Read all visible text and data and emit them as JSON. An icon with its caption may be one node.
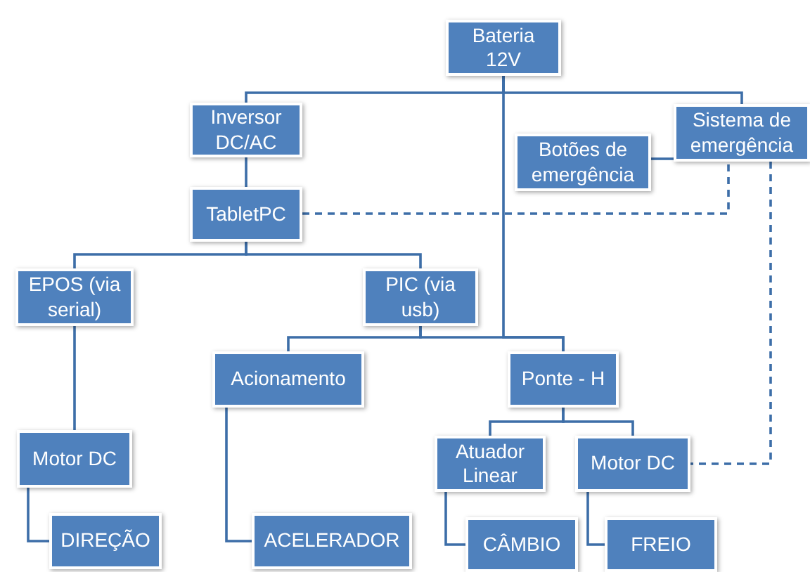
{
  "diagram": {
    "nodes": [
      {
        "text": [
          "Bateria 12V"
        ]
      },
      {
        "text": [
          "Inversor DC/AC"
        ]
      },
      {
        "text": [
          "Sistema de emergência"
        ]
      },
      {
        "text": [
          "Botões de emergência"
        ]
      },
      {
        "text": [
          "TabletPC"
        ]
      },
      {
        "text": [
          "EPOS (via serial)"
        ]
      },
      {
        "text": [
          "PIC (via usb)"
        ]
      },
      {
        "text": [
          "Acionamento"
        ]
      },
      {
        "text": [
          "Ponte - H"
        ]
      },
      {
        "text": [
          "Motor DC"
        ]
      },
      {
        "text": [
          "Atuador Linear"
        ]
      },
      {
        "text": [
          "Motor DC"
        ]
      },
      {
        "text": [
          "DIREÇÃO"
        ]
      },
      {
        "text": [
          "ACELERADOR"
        ]
      },
      {
        "text": [
          "CÂMBIO"
        ]
      },
      {
        "text": [
          "FREIO"
        ]
      }
    ],
    "edges": [
      {
        "from": 0,
        "to": 1,
        "arrow": "none"
      },
      {
        "from": 0,
        "to": 2,
        "arrow": "none"
      },
      {
        "from": 0,
        "to": 8,
        "arrow": "none"
      },
      {
        "from": 1,
        "to": 4,
        "arrow": "none"
      },
      {
        "from": 3,
        "to": 2,
        "arrow": "none"
      },
      {
        "from": 4,
        "to": 2,
        "arrow": "none",
        "style": "dashed"
      },
      {
        "from": 4,
        "to": 5,
        "arrow": "none"
      },
      {
        "from": 4,
        "to": 6,
        "arrow": "none"
      },
      {
        "from": 6,
        "to": 7,
        "arrow": "none"
      },
      {
        "from": 6,
        "to": 8,
        "arrow": "none"
      },
      {
        "from": 5,
        "to": 9,
        "arrow": "none"
      },
      {
        "from": 9,
        "to": 12,
        "arrow": "none"
      },
      {
        "from": 7,
        "to": 13,
        "arrow": "none"
      },
      {
        "from": 8,
        "to": 10,
        "arrow": "none"
      },
      {
        "from": 8,
        "to": 11,
        "arrow": "none"
      },
      {
        "from": 10,
        "to": 14,
        "arrow": "none"
      },
      {
        "from": 11,
        "to": 15,
        "arrow": "none"
      },
      {
        "from": 2,
        "to": 11,
        "arrow": "none",
        "style": "dashed"
      }
    ]
  }
}
